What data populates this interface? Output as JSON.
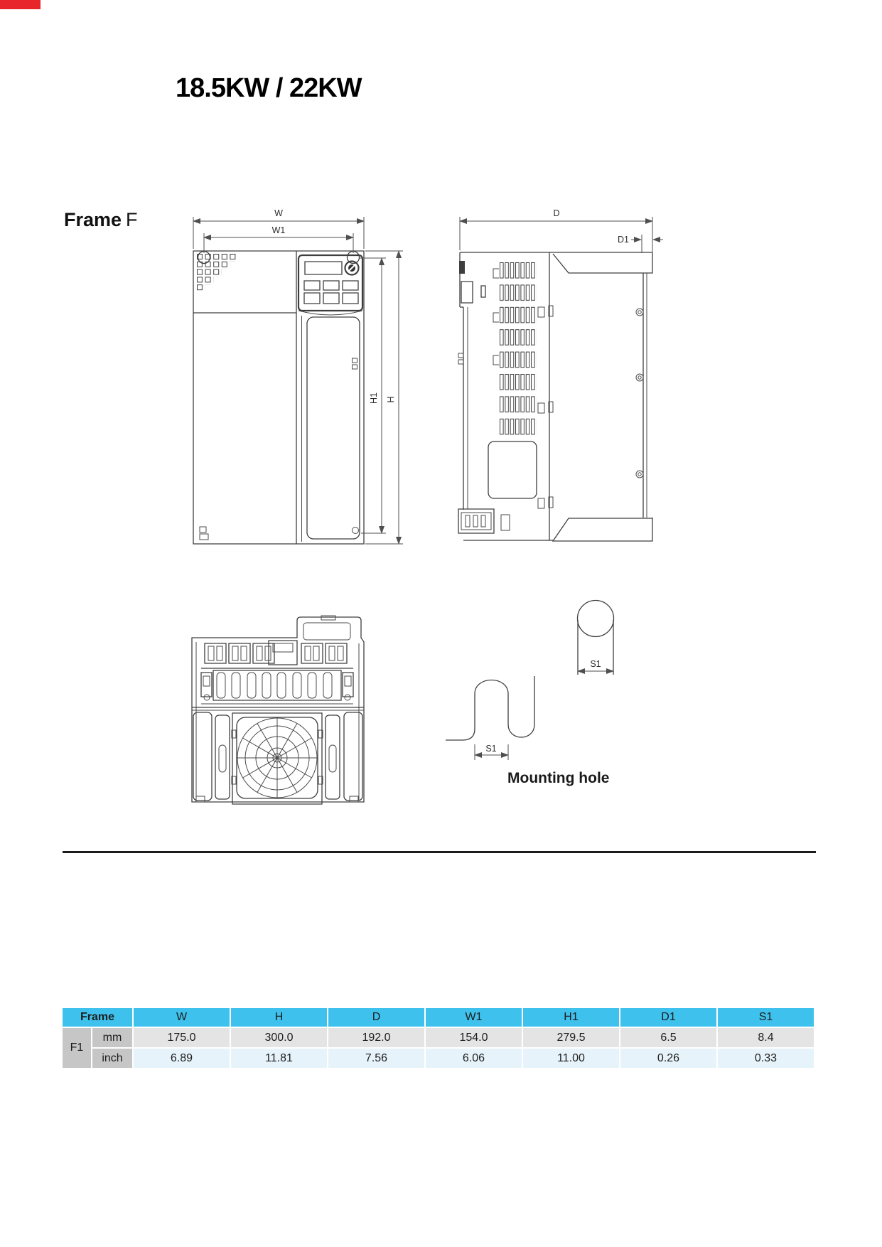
{
  "page": {
    "title": "18.5KW / 22KW"
  },
  "frame": {
    "label_bold": "Frame",
    "label_light": "F"
  },
  "dim_labels": {
    "w": "W",
    "w1": "W1",
    "h": "H",
    "h1": "H1",
    "d": "D",
    "d1": "D1",
    "s1": "S1"
  },
  "mounting": {
    "caption": "Mounting hole"
  },
  "table": {
    "frame_header": "Frame",
    "columns": [
      "W",
      "H",
      "D",
      "W1",
      "H1",
      "D1",
      "S1"
    ],
    "frame_id": "F1",
    "rows": [
      {
        "unit": "mm",
        "values": [
          "175.0",
          "300.0",
          "192.0",
          "154.0",
          "279.5",
          "6.5",
          "8.4"
        ]
      },
      {
        "unit": "inch",
        "values": [
          "6.89",
          "11.81",
          "7.56",
          "6.06",
          "11.00",
          "0.26",
          "0.33"
        ]
      }
    ]
  },
  "colors": {
    "header_cyan": "#3ec1ec",
    "cell_gray": "#c6c6c6",
    "row_mm_gray": "#e4e4e4",
    "row_inch_blue": "#e7f3fa",
    "marker_red": "#e8252a",
    "line_dark": "#3e3e3e"
  }
}
